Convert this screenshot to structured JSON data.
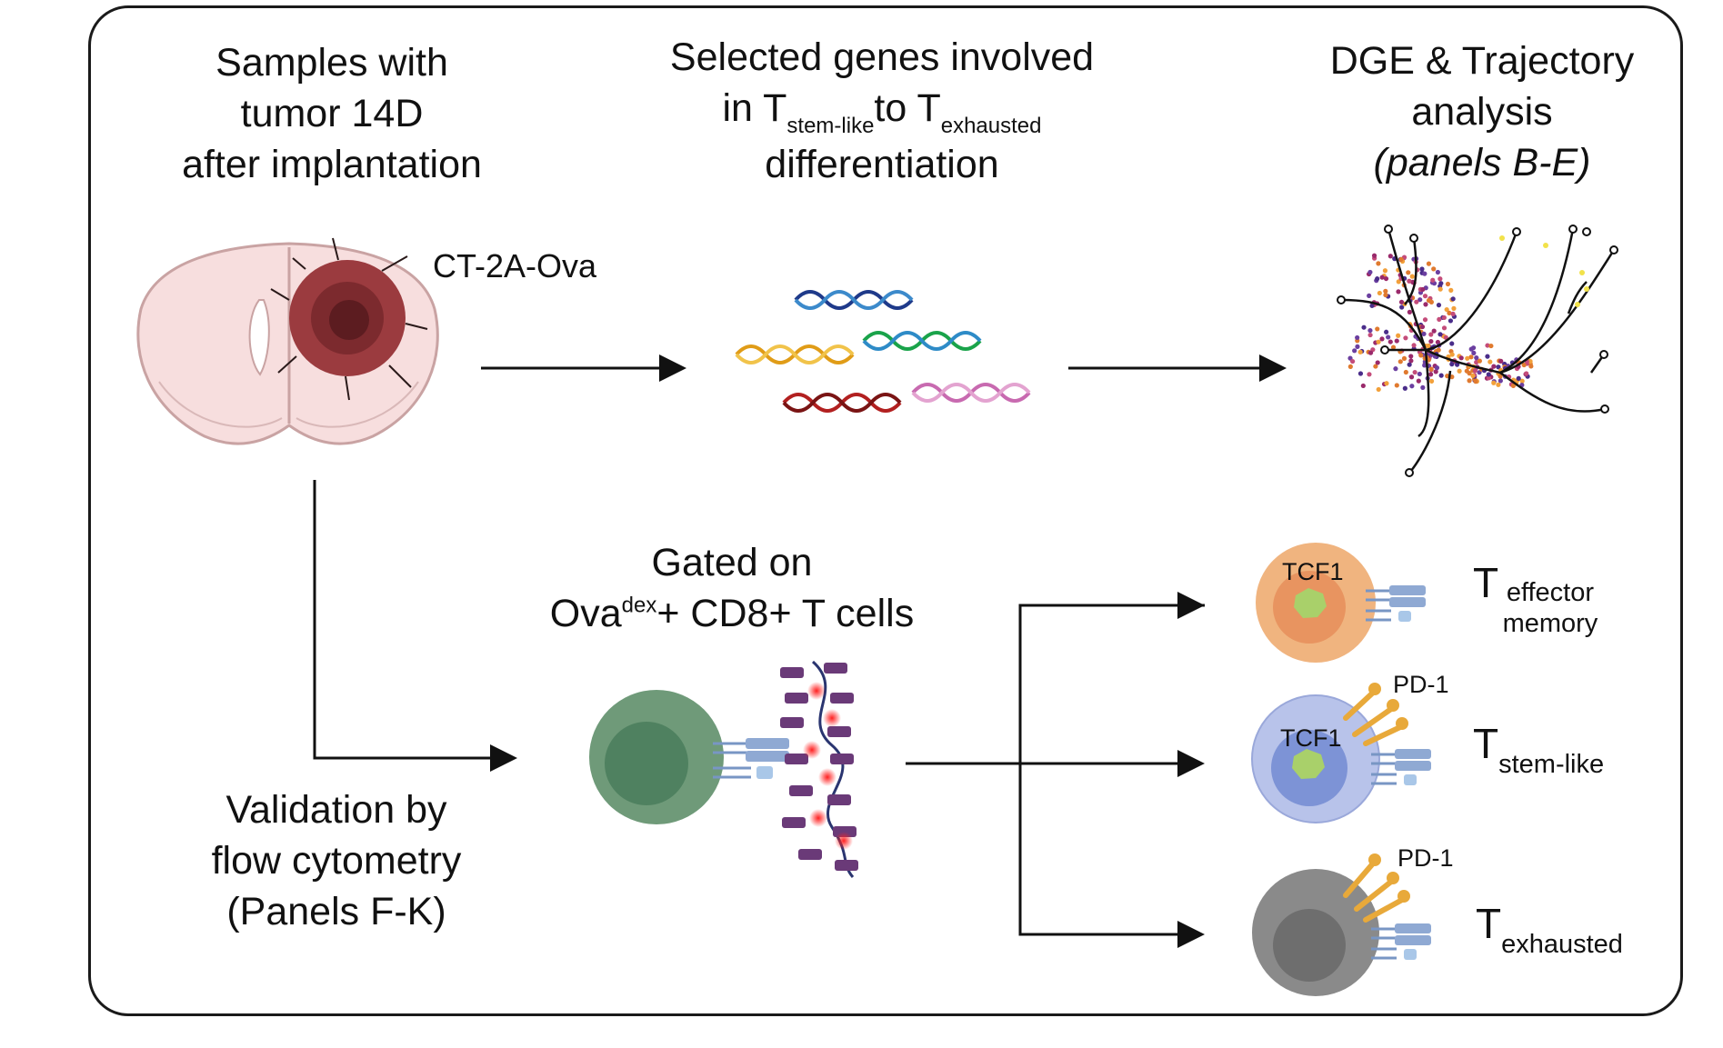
{
  "samples": {
    "line1": "Samples with",
    "line2": "tumor 14D",
    "line3": "after implantation"
  },
  "genes": {
    "line1": "Selected genes involved",
    "line2_pre": "in T",
    "sub1": "stem-like",
    "line2_mid": "to T",
    "sub2": "exhausted",
    "line3": "differentiation"
  },
  "dge": {
    "line1": "DGE & Trajectory",
    "line2": "analysis",
    "line3": "(panels B-E)"
  },
  "tumor_label": "CT-2A-Ova",
  "gated": {
    "line1": "Gated on",
    "ova": "Ova",
    "sup": "dex",
    "rest": "+ CD8+ T cells"
  },
  "validation": {
    "line1": "Validation by",
    "line2": "flow cytometry",
    "line3": "(Panels F-K)"
  },
  "cells": {
    "effector": {
      "marker": "TCF1",
      "t": "T",
      "sub1": "effector",
      "sub2": "memory",
      "color": "#f0b47f"
    },
    "stem": {
      "marker": "TCF1",
      "pd1": "PD-1",
      "t": "T",
      "sub": "stem-like",
      "color": "#b8c3ea"
    },
    "exhausted": {
      "pd1": "PD-1",
      "t": "T",
      "sub": "exhausted",
      "color": "#8a8a8a"
    }
  },
  "colors": {
    "brain": "#f6dcdc",
    "tumor": "#9b3b3f",
    "tcell": "#6f9a79",
    "pd1": "#e8a93a",
    "tcr": "#7896c4",
    "dna": [
      "#1f3a8a",
      "#e09c17",
      "#1aa34a",
      "#b22020",
      "#c86ab0"
    ]
  }
}
